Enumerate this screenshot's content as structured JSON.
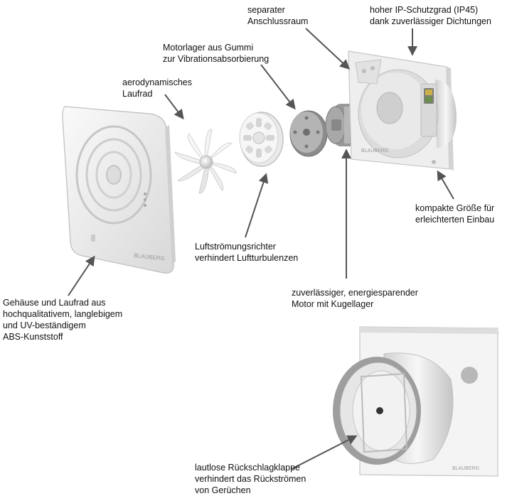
{
  "labels": {
    "housing": [
      "Gehäuse und Laufrad aus",
      "hochqualitativem, langlebigem",
      "und UV-beständigem",
      "ABS-Kunststoff"
    ],
    "impeller": [
      "aerodynamisches",
      "Laufrad"
    ],
    "motor_mount": [
      "Motorlager aus Gummi",
      "zur Vibrationsabsorbierung"
    ],
    "terminal": [
      "separater",
      "Anschlussraum"
    ],
    "ip": [
      "hoher IP-Schutzgrad (IP45)",
      "dank zuverlässiger Dichtungen"
    ],
    "compact": [
      "kompakte Größe für",
      "erleichterten Einbau"
    ],
    "flow": [
      "Luftströmungsrichter",
      "verhindert Luftturbulenzen"
    ],
    "motor": [
      "zuverlässiger, energiesparender",
      "Motor mit Kugellager"
    ],
    "valve": [
      "lautlose Rückschlagklappe",
      "verhindert das Rückströmen",
      "von Gerüchen"
    ]
  },
  "brand_marks": {
    "front": "BLAUBERG",
    "base": "BLAUBERG",
    "bottom": "BLAUBERG"
  },
  "colors": {
    "text": "#111111",
    "arrow": "#555555",
    "plastic": "#eeeeee",
    "shadow": "#b9b9b9"
  }
}
